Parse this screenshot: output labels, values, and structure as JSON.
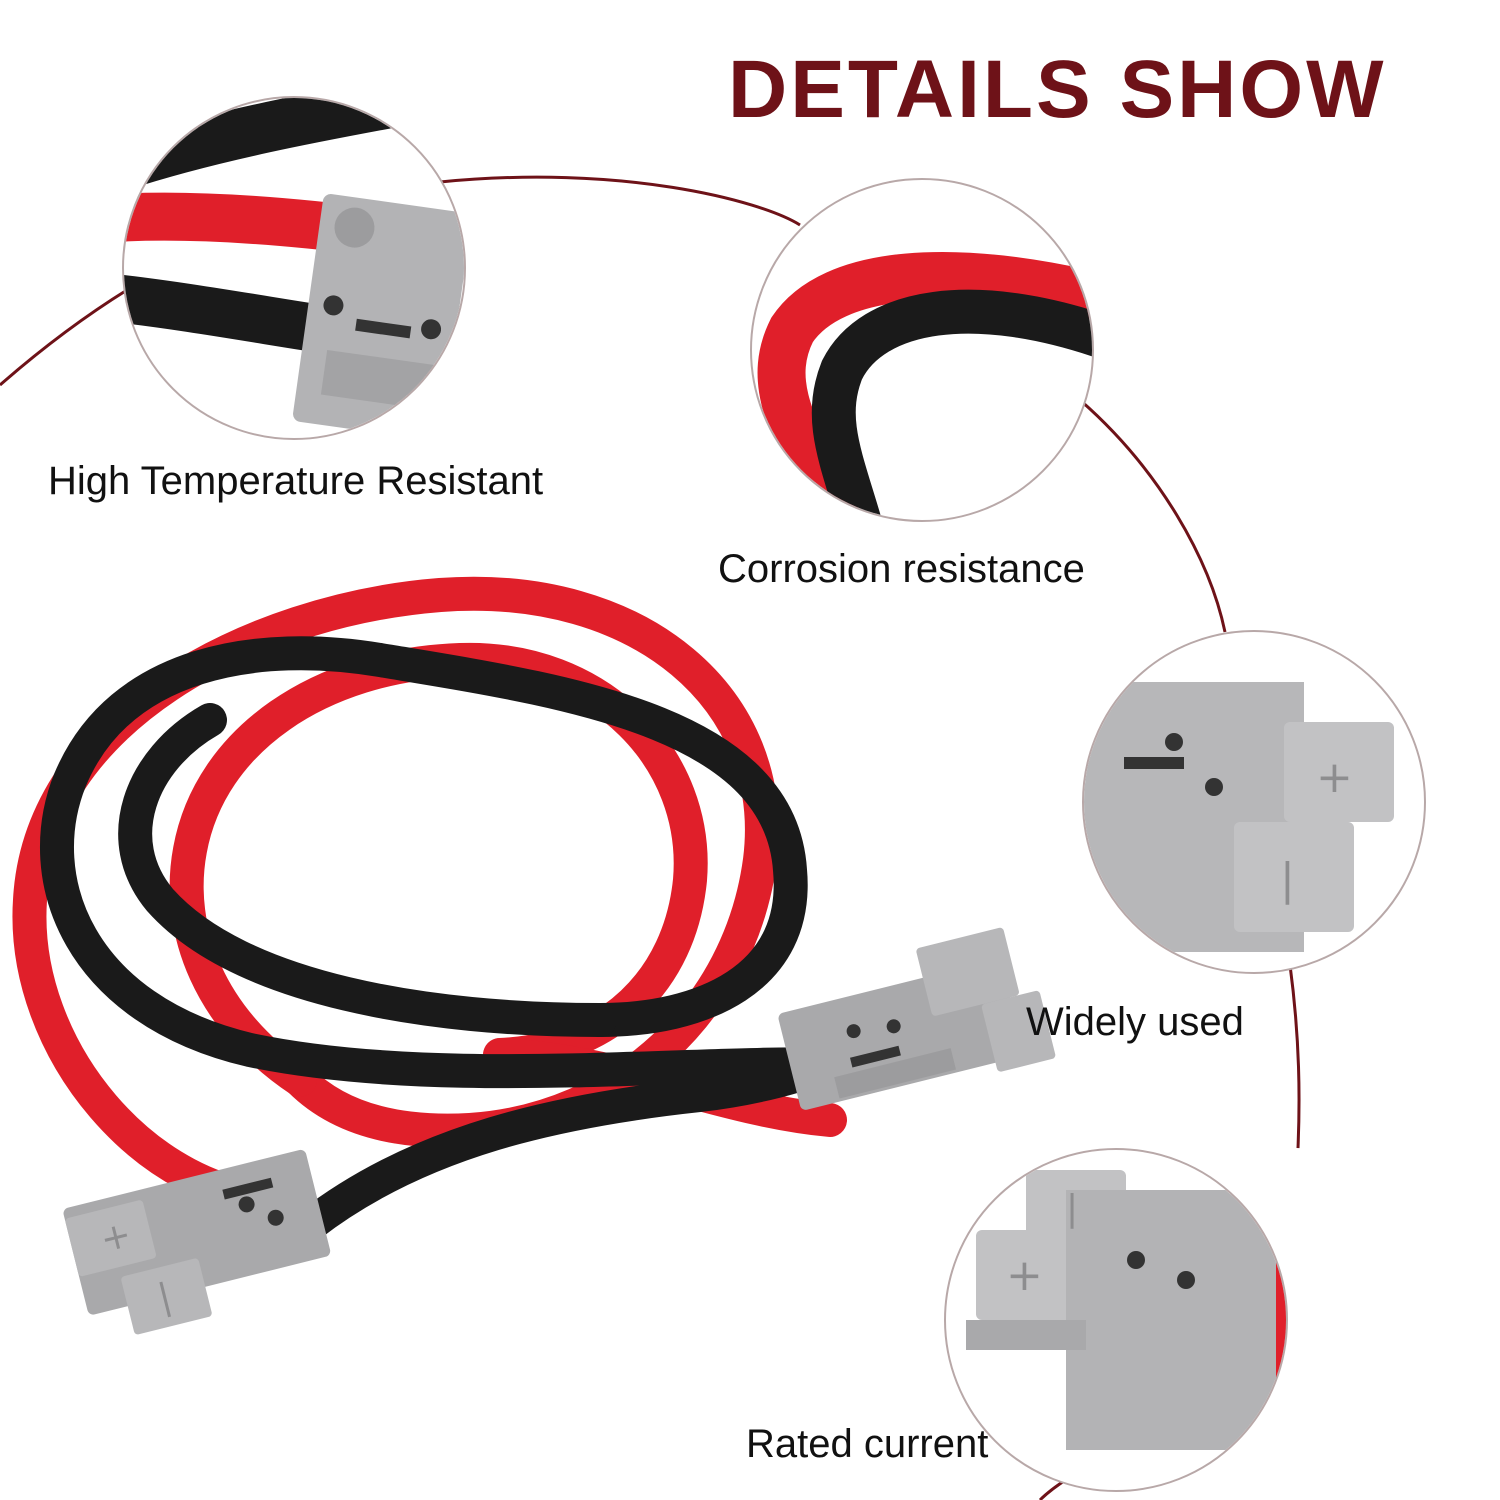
{
  "title": "DETAILS SHOW",
  "callouts": [
    {
      "label": "High Temperature Resistant"
    },
    {
      "label": "Corrosion resistance"
    },
    {
      "label": "Widely used"
    },
    {
      "label": "Rated current"
    }
  ],
  "colors": {
    "title": "#6e1218",
    "connector_arc": "#6e1218",
    "cable_red": "#e01f2a",
    "cable_black": "#1a1a1a",
    "connector_gray": "#a9a9ab"
  },
  "icons": [
    "plus-terminal-icon",
    "minus-terminal-icon"
  ]
}
